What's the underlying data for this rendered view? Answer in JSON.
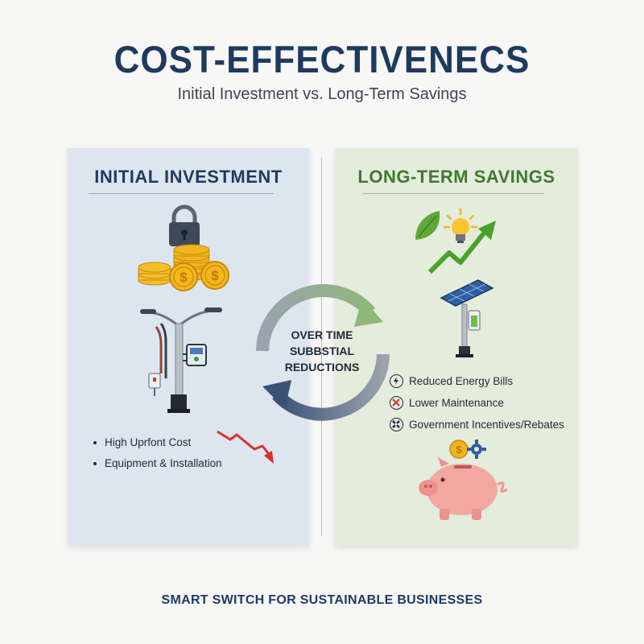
{
  "header": {
    "title": "COST-EFFECTIVENECS",
    "subtitle": "Initial Investment vs. Long-Term Savings"
  },
  "left_panel": {
    "heading": "INITIAL INVESTMENT",
    "bullets": [
      "High Uprfont Cost",
      "Equipment & Installation"
    ]
  },
  "center": {
    "lines": [
      "OVER TIME",
      "SUBBSTIAL",
      "REDUCTIONS"
    ]
  },
  "right_panel": {
    "heading": "LONG-TERM SAVINGS",
    "benefits": [
      {
        "label": "Reduced Energy Bills",
        "icon": "lightning-icon"
      },
      {
        "label": "Lower Maintenance",
        "icon": "wrench-cross-icon"
      },
      {
        "label": "Government Incentives/Rebates",
        "icon": "tools-icon"
      }
    ]
  },
  "footer": {
    "tagline": "SMART SWITCH FOR SUSTAINABLE BUSINESSES"
  },
  "colors": {
    "navy": "#1f3a5f",
    "green": "#3f7a2e",
    "left_bg": "#dde5ef",
    "right_bg": "#e4ecdc",
    "gold": "#f2b51f",
    "red": "#d8312f",
    "pig": "#f2a7a3"
  }
}
